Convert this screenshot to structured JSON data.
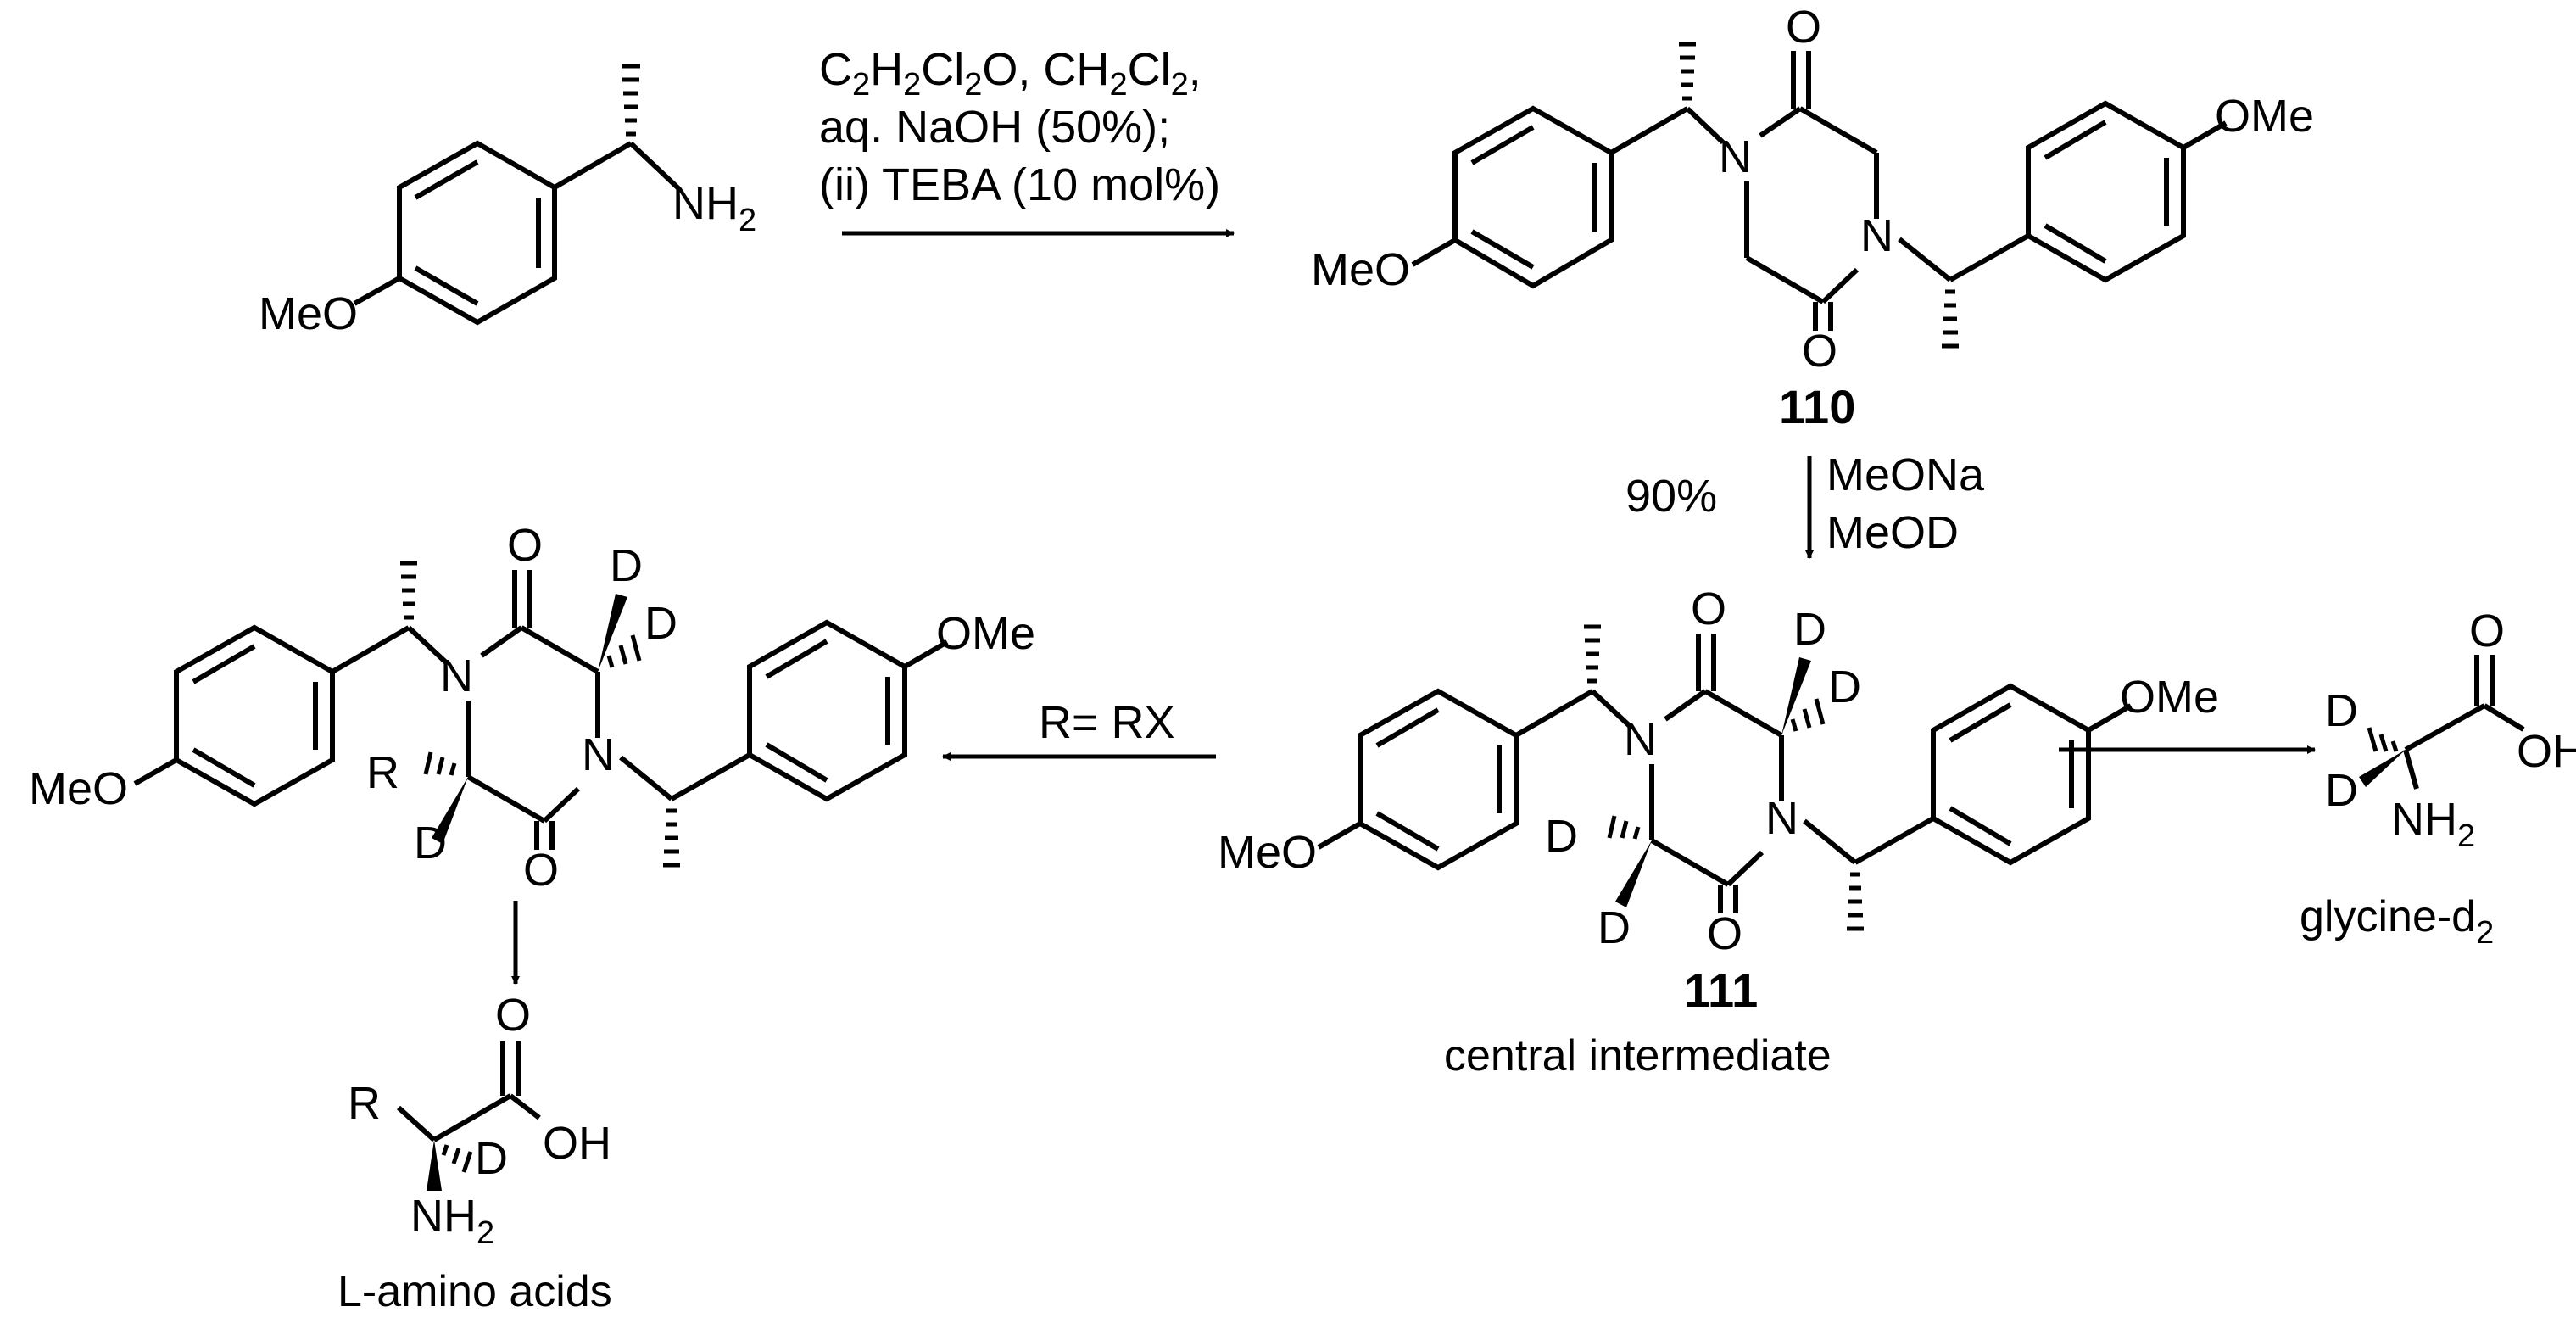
{
  "starting_material": {
    "nh2": "NH",
    "nh2_sub": "2",
    "meo": "MeO"
  },
  "step1": {
    "line1_parts": [
      "C",
      "2",
      "H",
      "2",
      "Cl",
      "2",
      "O, CH",
      "2",
      "Cl",
      "2",
      ","
    ],
    "line2": "aq. NaOH (50%);",
    "line3": "(ii) TEBA (10 mol%)"
  },
  "compound_110": {
    "id": "110",
    "atoms": {
      "o_top": "O",
      "o_bottom": "O",
      "n1": "N",
      "n2": "N",
      "meo": "MeO",
      "ome": "OMe"
    }
  },
  "step2": {
    "yield": "90%",
    "line1": "MeONa",
    "line2": "MeOD"
  },
  "compound_111": {
    "id": "111",
    "caption": "central intermediate",
    "atoms": {
      "o_top": "O",
      "o_bottom": "O",
      "n1": "N",
      "n2": "N",
      "meo": "MeO",
      "ome": "OMe",
      "d": "D"
    }
  },
  "product_glycine": {
    "caption_main": "glycine-d",
    "caption_sub": "2",
    "atoms": {
      "o": "O",
      "oh": "OH",
      "d": "D",
      "nh": "NH",
      "nh_sub": "2"
    }
  },
  "step3": {
    "label": "R= RX"
  },
  "alkylated": {
    "atoms": {
      "o_top": "O",
      "o_bottom": "O",
      "n1": "N",
      "n2": "N",
      "meo": "MeO",
      "ome": "OMe",
      "d": "D",
      "r": "R"
    }
  },
  "product_amino_acid": {
    "caption": "L-amino acids",
    "atoms": {
      "o": "O",
      "oh": "OH",
      "d": "D",
      "r": "R",
      "nh": "NH",
      "nh_sub": "2"
    }
  }
}
